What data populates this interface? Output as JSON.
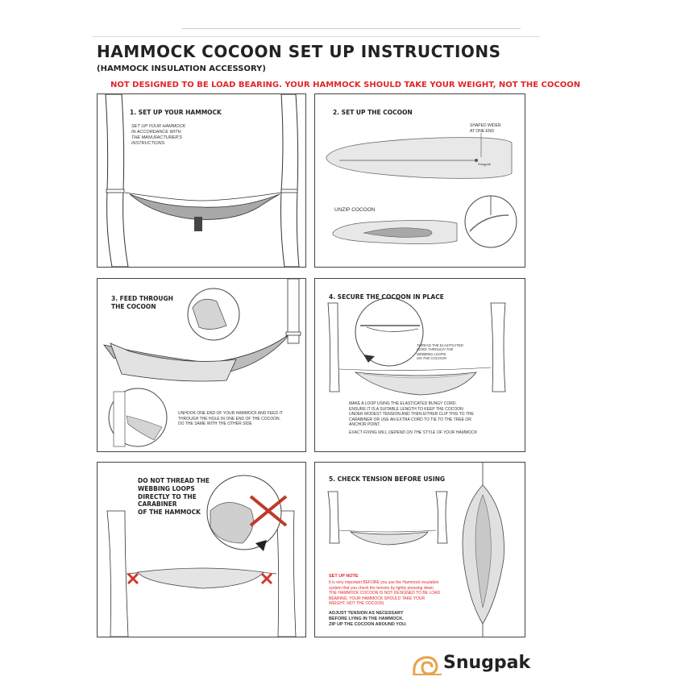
{
  "header": {
    "title": "HAMMOCK COCOON SET UP INSTRUCTIONS",
    "subtitle": "(HAMMOCK INSULATION ACCESSORY)",
    "warning": "NOT DESIGNED TO BE LOAD BEARING. YOUR HAMMOCK SHOULD TAKE YOUR WEIGHT, NOT THE COCOON"
  },
  "steps": {
    "step1": {
      "title": "1. SET UP YOUR HAMMOCK",
      "text": "SET UP YOUR HAMMOCK\nIN ACCORDANCE WITH\nTHE MANUFACTURER'S\nINSTRUCTIONS"
    },
    "step2": {
      "title": "2. SET UP THE COCOON",
      "shaped_note": "SHAPED WIDER\nAT ONE END",
      "unzip_label": "UNZIP COCOON",
      "brand_small": "Snugpak"
    },
    "step3": {
      "title": "3. FEED THROUGH\n    THE COCOON",
      "text": "UNHOOK ONE END OF YOUR HAMMOCK AND FEED IT\nTHROUGH THE HOLE IN ONE END OF THE COCOON.\nDO THE SAME WITH THE OTHER SIDE"
    },
    "step4": {
      "title": "4. SECURE THE COCOON IN PLACE",
      "thread_note": "THREAD THE ELASTICATED\nCORD THROUGH THE\nWEBBING LOOPS\nON THE COCOON",
      "text": "MAKE A LOOP USING THE ELASTICATED BUNGY CORD.\nENSURE IT IS A SUITABLE LENGTH TO KEEP THE COCOON\nUNDER MODEST TENSION AND THEN EITHER CLIP THIS TO THE\nCARABINER OR USE AN EXTRA CORD  TO TIE TO THE TREE OR\nANCHOR POINT.",
      "italic_note": "EXACT FIXING WILL DEPEND ON THE STYLE OF YOUR HAMMOCK"
    },
    "step5_warning": {
      "text": "DO NOT THREAD  THE\nWEBBING LOOPS\nDIRECTLY TO THE\nCARABINER\nOF THE HAMMOCK"
    },
    "step5": {
      "title": "5. CHECK TENSION BEFORE USING",
      "setup_note_title": "SET UP NOTE",
      "setup_note_text": "It is very important BEFORE you use the Hammock insulation\nsystem that you check the tension by lightly pressing down\nTHE HAMMOCK COCOON IS NOT DESIGNED TO BE LOAD\nBEARING. YOUR HAMMOCK SHOULD TAKE YOUR\nWEIGHT, NOT THE COCOON.",
      "adjust_text": "ADJUST TENSION AS NECESSARY\nBEFORE LYING IN THE HAMMOCK.\nZIP UP THE COCOON AROUND YOU."
    }
  },
  "footer": {
    "brand": "Snugpak"
  },
  "colors": {
    "warning_red": "#e0262b",
    "logo_orange": "#e8a34a",
    "fabric_grey": "#bfbfbf",
    "fabric_light": "#e6e6e6"
  }
}
